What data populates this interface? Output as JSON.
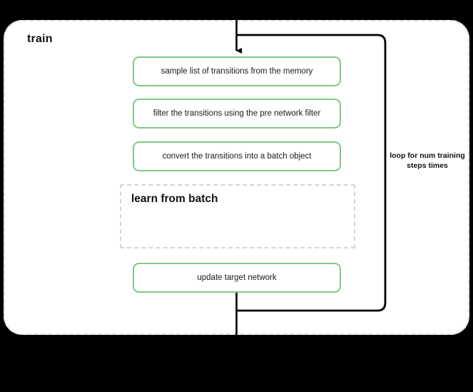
{
  "panel": {
    "title": "train",
    "border_color": "#e0e0e0",
    "background": "#ffffff"
  },
  "colors": {
    "process_border": "#82c785",
    "subprocess_border": "#d4d4d4",
    "connector": "#000000",
    "text": "#1a1a1a",
    "canvas_background": "#000000"
  },
  "steps": [
    {
      "id": "sample-transitions",
      "label": "sample list of transitions from the memory",
      "type": "process"
    },
    {
      "id": "filter-transitions",
      "label": "filter the transitions using the pre network filter",
      "type": "process"
    },
    {
      "id": "convert-batch",
      "label": "convert the transitions into a batch object",
      "type": "process"
    },
    {
      "id": "learn-from-batch",
      "label": "learn from batch",
      "type": "subprocess"
    },
    {
      "id": "update-target-network",
      "label": "update target network",
      "type": "process"
    }
  ],
  "loop": {
    "caption": "loop for num training steps times"
  }
}
